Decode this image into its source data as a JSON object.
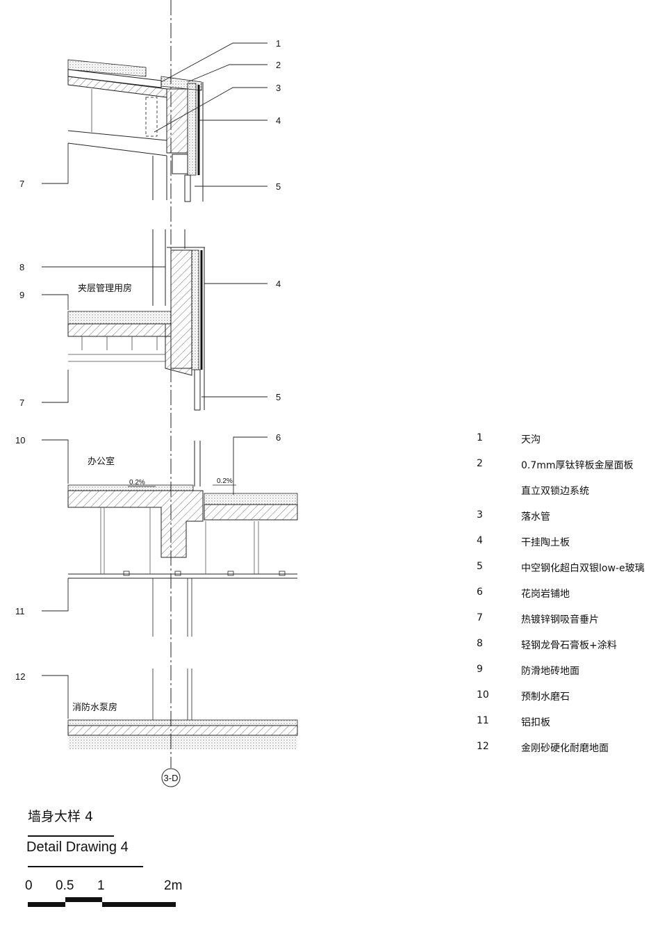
{
  "callouts_left": [
    "7",
    "8",
    "9",
    "7",
    "10",
    "11",
    "12"
  ],
  "callouts_right": [
    "1",
    "2",
    "3",
    "4",
    "5",
    "4",
    "5",
    "6"
  ],
  "rooms": {
    "mezzanine": "夹层管理用房",
    "office": "办公室",
    "pump_room": "消防水泵房"
  },
  "slopes": [
    "0.2%",
    "0.2%"
  ],
  "axis_tag": "3-D",
  "legend": [
    {
      "num": "1",
      "text": "天沟"
    },
    {
      "num": "2",
      "text": "0.7mm厚钛锌板金屋面板"
    },
    {
      "num": "",
      "text": "直立双锁边系统"
    },
    {
      "num": "3",
      "text": "落水管"
    },
    {
      "num": "4",
      "text": "干挂陶土板"
    },
    {
      "num": "5",
      "text": "中空钢化超白双银low-e玻璃"
    },
    {
      "num": "6",
      "text": "花岗岩铺地"
    },
    {
      "num": "7",
      "text": "热镀锌钢吸音垂片"
    },
    {
      "num": "8",
      "text": "轻钢龙骨石膏板+涂料"
    },
    {
      "num": "9",
      "text": "防滑地砖地面"
    },
    {
      "num": "10",
      "text": "预制水磨石"
    },
    {
      "num": "11",
      "text": "铝扣板"
    },
    {
      "num": "12",
      "text": "金刚砂硬化耐磨地面"
    }
  ],
  "title": {
    "cn": "墙身大样 4",
    "en": "Detail Drawing 4"
  },
  "scale": {
    "labels": [
      "0",
      "0.5",
      "1",
      "2m"
    ]
  }
}
